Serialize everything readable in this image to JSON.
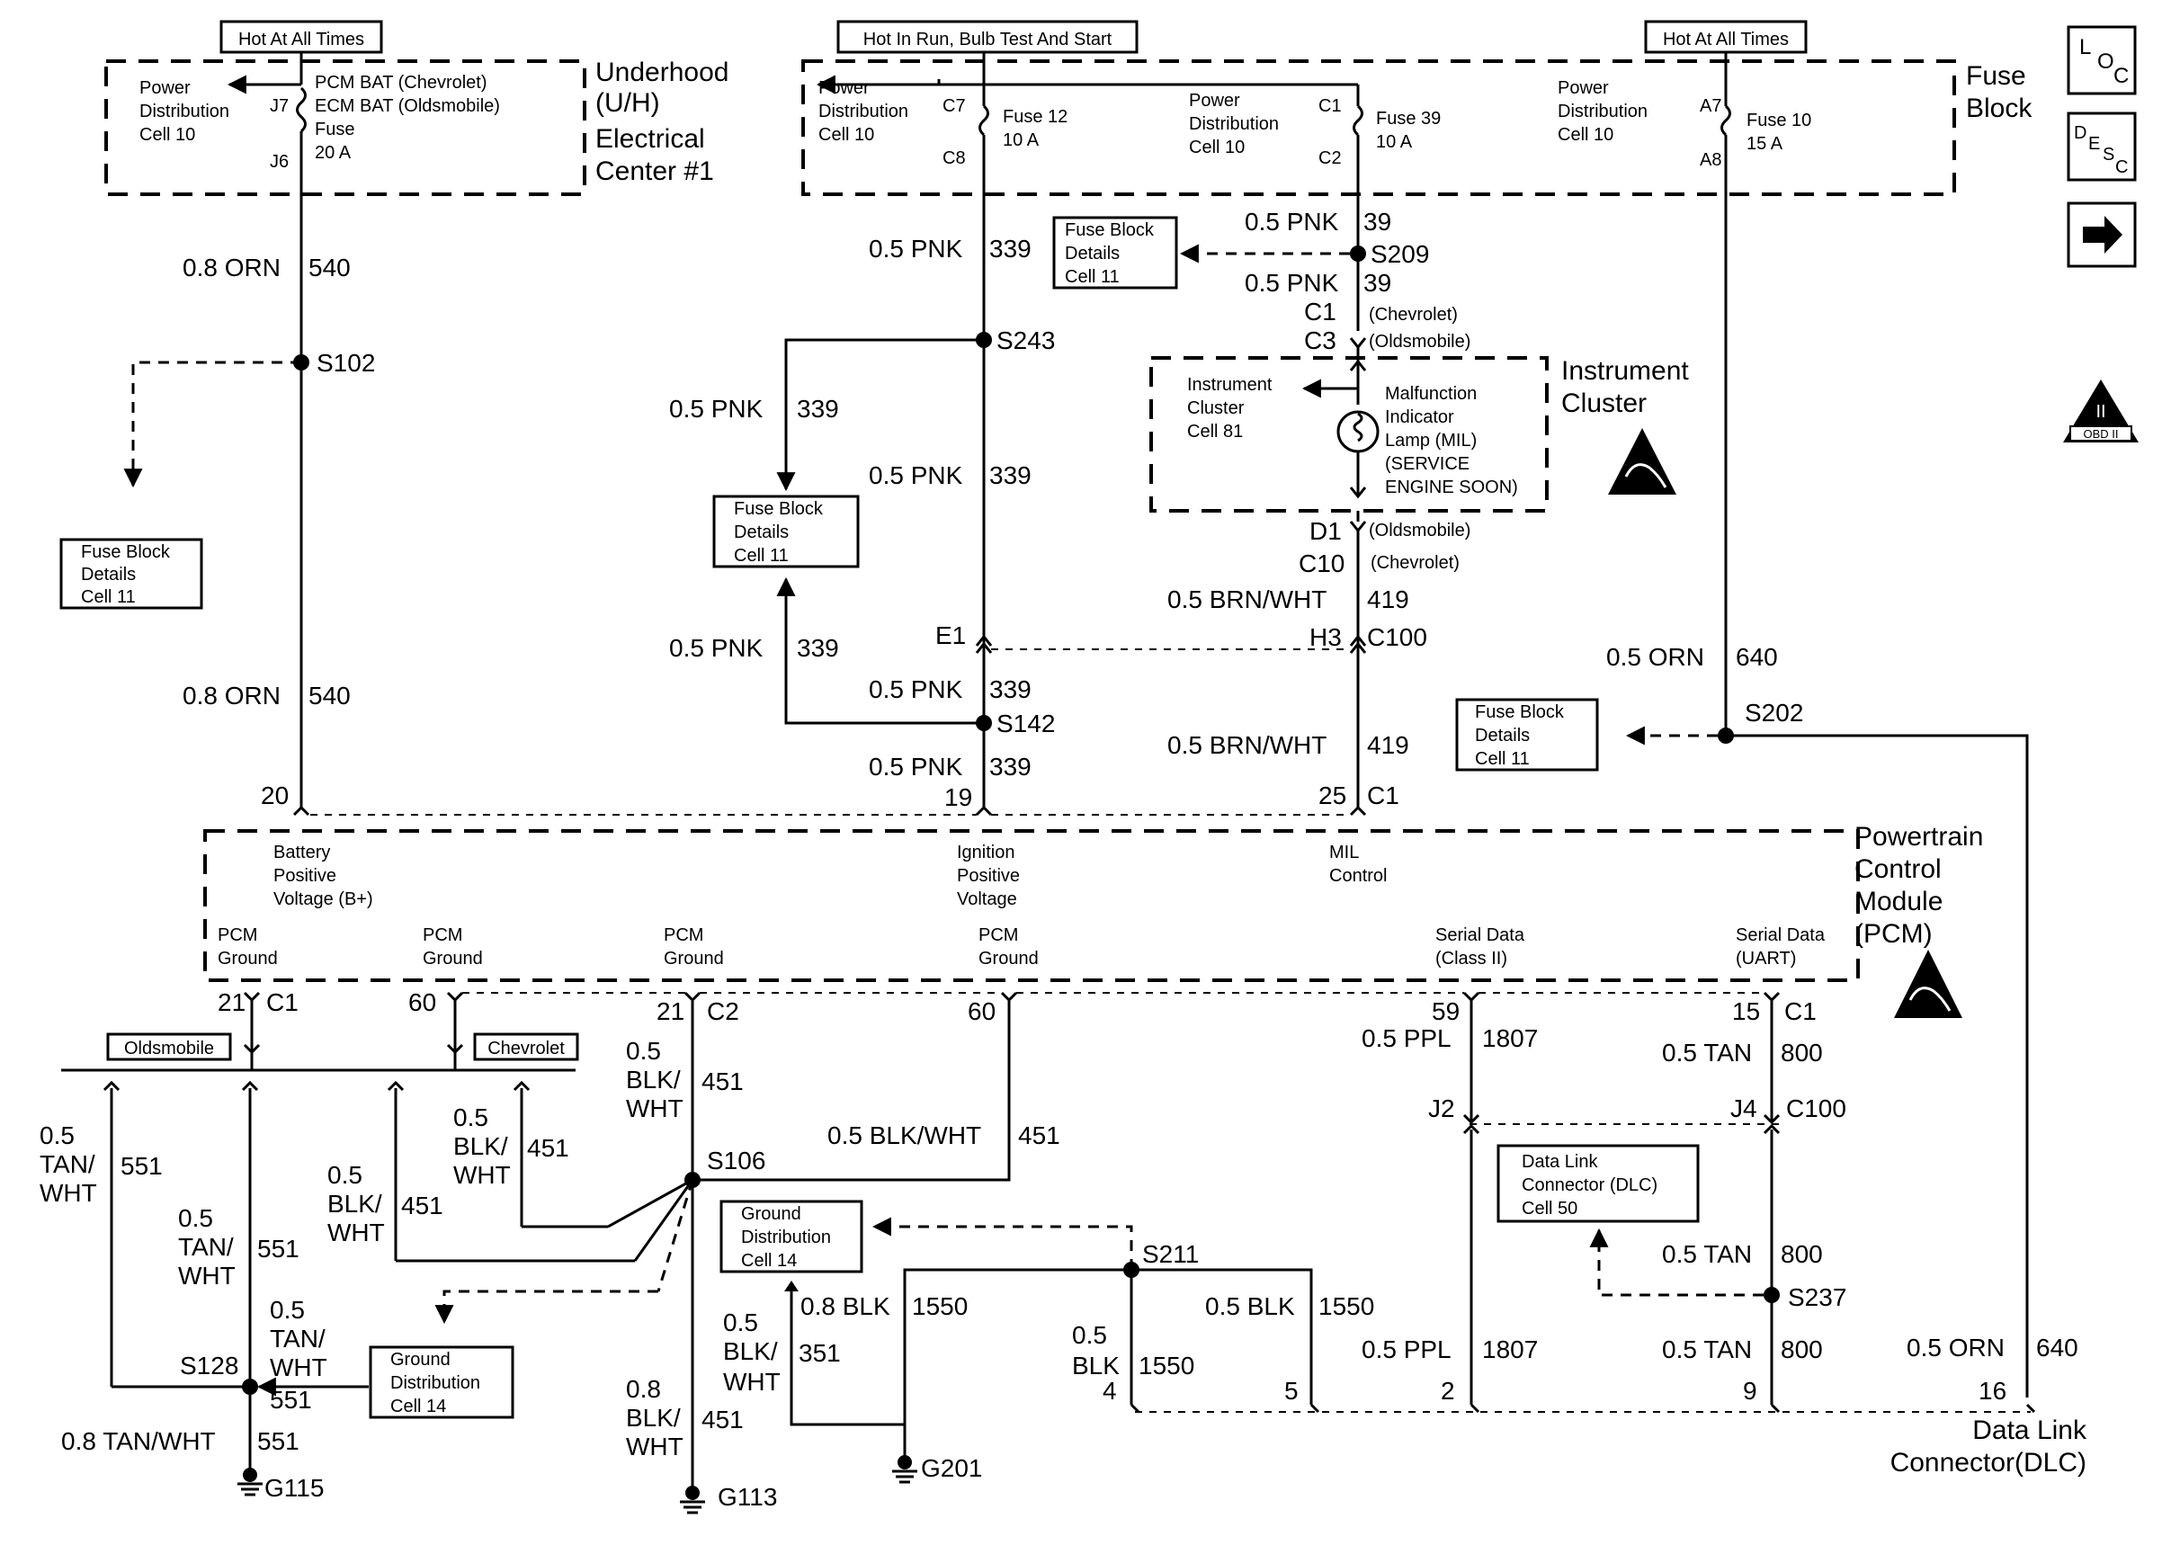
{
  "power_labels": {
    "hot_left": "Hot At All Times",
    "hot_mid": "Hot In Run, Bulb Test And Start",
    "hot_right": "Hot At All Times"
  },
  "uh_center": {
    "pd1": "Power",
    "pd2": "Distribution",
    "pd3": "Cell 10",
    "j7": "J7",
    "j6": "J6",
    "l1": "PCM BAT (Chevrolet)",
    "l2": "ECM BAT (Oldsmobile)",
    "l3": "Fuse",
    "l4": "20 A",
    "t1": "Underhood",
    "t2": "(U/H)",
    "t3": "Electrical",
    "t4": "Center #1"
  },
  "fuse_block": {
    "pd_a1": "Power",
    "pd_a2": "Distribution",
    "pd_a3": "Cell 10",
    "c7": "C7",
    "c8": "C8",
    "f12a": "Fuse 12",
    "f12b": "10 A",
    "pd_b1": "Power",
    "pd_b2": "Distribution",
    "pd_b3": "Cell 10",
    "c1": "C1",
    "c2": "C2",
    "f39a": "Fuse 39",
    "f39b": "10 A",
    "pd_c1": "Power",
    "pd_c2": "Distribution",
    "pd_c3": "Cell 10",
    "a7": "A7",
    "a8": "A8",
    "f10a": "Fuse 10",
    "f10b": "15 A",
    "t1": "Fuse",
    "t2": "Block"
  },
  "side_icons": {
    "loc1": "L",
    "loc2": "O",
    "loc3": "C",
    "desc1": "D",
    "desc2": "E",
    "desc3": "S",
    "desc4": "C",
    "obd1": "II",
    "obd2": "OBD II"
  },
  "ref_boxes": {
    "fbd1": "Fuse Block",
    "fbd2": "Details",
    "fbd3": "Cell 11",
    "gd1": "Ground",
    "gd2": "Distribution",
    "gd3": "Cell 14",
    "dlc1": "Data Link",
    "dlc2": "Connector (DLC)",
    "dlc3": "Cell 50"
  },
  "wires": {
    "w540a": "0.8 ORN",
    "n540a": "540",
    "s102": "S102",
    "w540b": "0.8 ORN",
    "n540b": "540",
    "p20": "20",
    "w339a": "0.5 PNK",
    "n339a": "339",
    "s243": "S243",
    "w339b": "0.5 PNK",
    "n339b": "339",
    "w339c": "0.5 PNK",
    "n339c": "339",
    "w339d": "0.5 PNK",
    "n339d": "339",
    "w339e": "0.5 PNK",
    "n339e": "339",
    "s142": "S142",
    "w339f": "0.5 PNK",
    "n339f": "339",
    "p19": "19",
    "e1": "E1",
    "w39a": "0.5 PNK",
    "n39a": "39",
    "s209": "S209",
    "w39b": "0.5 PNK",
    "n39b": "39",
    "c1a": "C1",
    "chev1": "(Chevrolet)",
    "c3": "C3",
    "olds1": "(Oldsmobile)",
    "d1": "D1",
    "olds2": "(Oldsmobile)",
    "c10": "C10",
    "chev2": "(Chevrolet)",
    "w419a": "0.5 BRN/WHT",
    "n419a": "419",
    "h3": "H3",
    "c100a": "C100",
    "w419b": "0.5 BRN/WHT",
    "n419b": "419",
    "p25": "25",
    "c1b": "C1",
    "w640a": "0.5 ORN",
    "n640a": "640",
    "s202": "S202"
  },
  "cluster": {
    "ic1": "Instrument",
    "ic2": "Cluster",
    "ic3": "Cell 81",
    "m1": "Malfunction",
    "m2": "Indicator",
    "m3": "Lamp (MIL)",
    "m4": "(SERVICE",
    "m5": "ENGINE SOON)",
    "t1": "Instrument",
    "t2": "Cluster"
  },
  "pcm": {
    "b1": "Battery",
    "b2": "Positive",
    "b3": "Voltage (B+)",
    "i1": "Ignition",
    "i2": "Positive",
    "i3": "Voltage",
    "mil1": "MIL",
    "mil2": "Control",
    "g1a": "PCM",
    "g1b": "Ground",
    "g2a": "PCM",
    "g2b": "Ground",
    "g3a": "PCM",
    "g3b": "Ground",
    "g4a": "PCM",
    "g4b": "Ground",
    "sd1a": "Serial Data",
    "sd1b": "(Class II)",
    "sd2a": "Serial Data",
    "sd2b": "(UART)",
    "t1": "Powertrain",
    "t2": "Control",
    "t3": "Module",
    "t4": "(PCM)"
  },
  "lower": {
    "p21a": "21",
    "c1c": "C1",
    "p60a": "60",
    "p21b": "21",
    "c2": "C2",
    "p60b": "60",
    "p59": "59",
    "p15": "15",
    "c1d": "C1",
    "olds": "Oldsmobile",
    "chev": "Chevrolet",
    "w551a1": "0.5",
    "w551a2": "TAN/",
    "w551a3": "WHT",
    "n551a": "551",
    "w551b1": "0.5",
    "w551b2": "TAN/",
    "w551b3": "WHT",
    "n551b": "551",
    "w551c1": "0.5",
    "w551c2": "TAN/",
    "w551c3": "WHT",
    "n551c": "551",
    "w551d": "0.8 TAN/WHT",
    "n551d": "551",
    "s128": "S128",
    "g115": "G115",
    "w451a1": "0.5",
    "w451a2": "BLK/",
    "w451a3": "WHT",
    "n451a": "451",
    "w451b1": "0.5",
    "w451b2": "BLK/",
    "w451b3": "WHT",
    "n451b": "451",
    "w451c1": "0.5",
    "w451c2": "BLK/",
    "w451c3": "WHT",
    "n451c": "451",
    "w451d": "0.5 BLK/WHT",
    "n451d": "451",
    "w451e1": "0.8",
    "w451e2": "BLK/",
    "w451e3": "WHT",
    "n451e": "451",
    "s106": "S106",
    "g113": "G113",
    "w351a": "0.5",
    "w351b": "BLK/",
    "w351c": "WHT",
    "n351": "351",
    "w1550a": "0.8 BLK",
    "n1550a": "1550",
    "g201": "G201",
    "s211": "S211",
    "w1550b": "0.5 BLK",
    "n1550b": "1550",
    "w1550c1": "0.5",
    "w1550c2": "BLK",
    "n1550c": "1550",
    "p4": "4",
    "p5": "5",
    "w1807a": "0.5 PPL",
    "n1807a": "1807",
    "j2": "J2",
    "w1807b": "0.5 PPL",
    "n1807b": "1807",
    "p2": "2",
    "w800a": "0.5 TAN",
    "n800a": "800",
    "j4": "J4",
    "c100b": "C100",
    "w800b": "0.5 TAN",
    "n800b": "800",
    "s237": "S237",
    "w800c": "0.5 TAN",
    "n800c": "800",
    "p9": "9",
    "w640b": "0.5 ORN",
    "n640b": "640",
    "p16": "16",
    "dlc_t1": "Data Link",
    "dlc_t2": "Connector(DLC)"
  }
}
